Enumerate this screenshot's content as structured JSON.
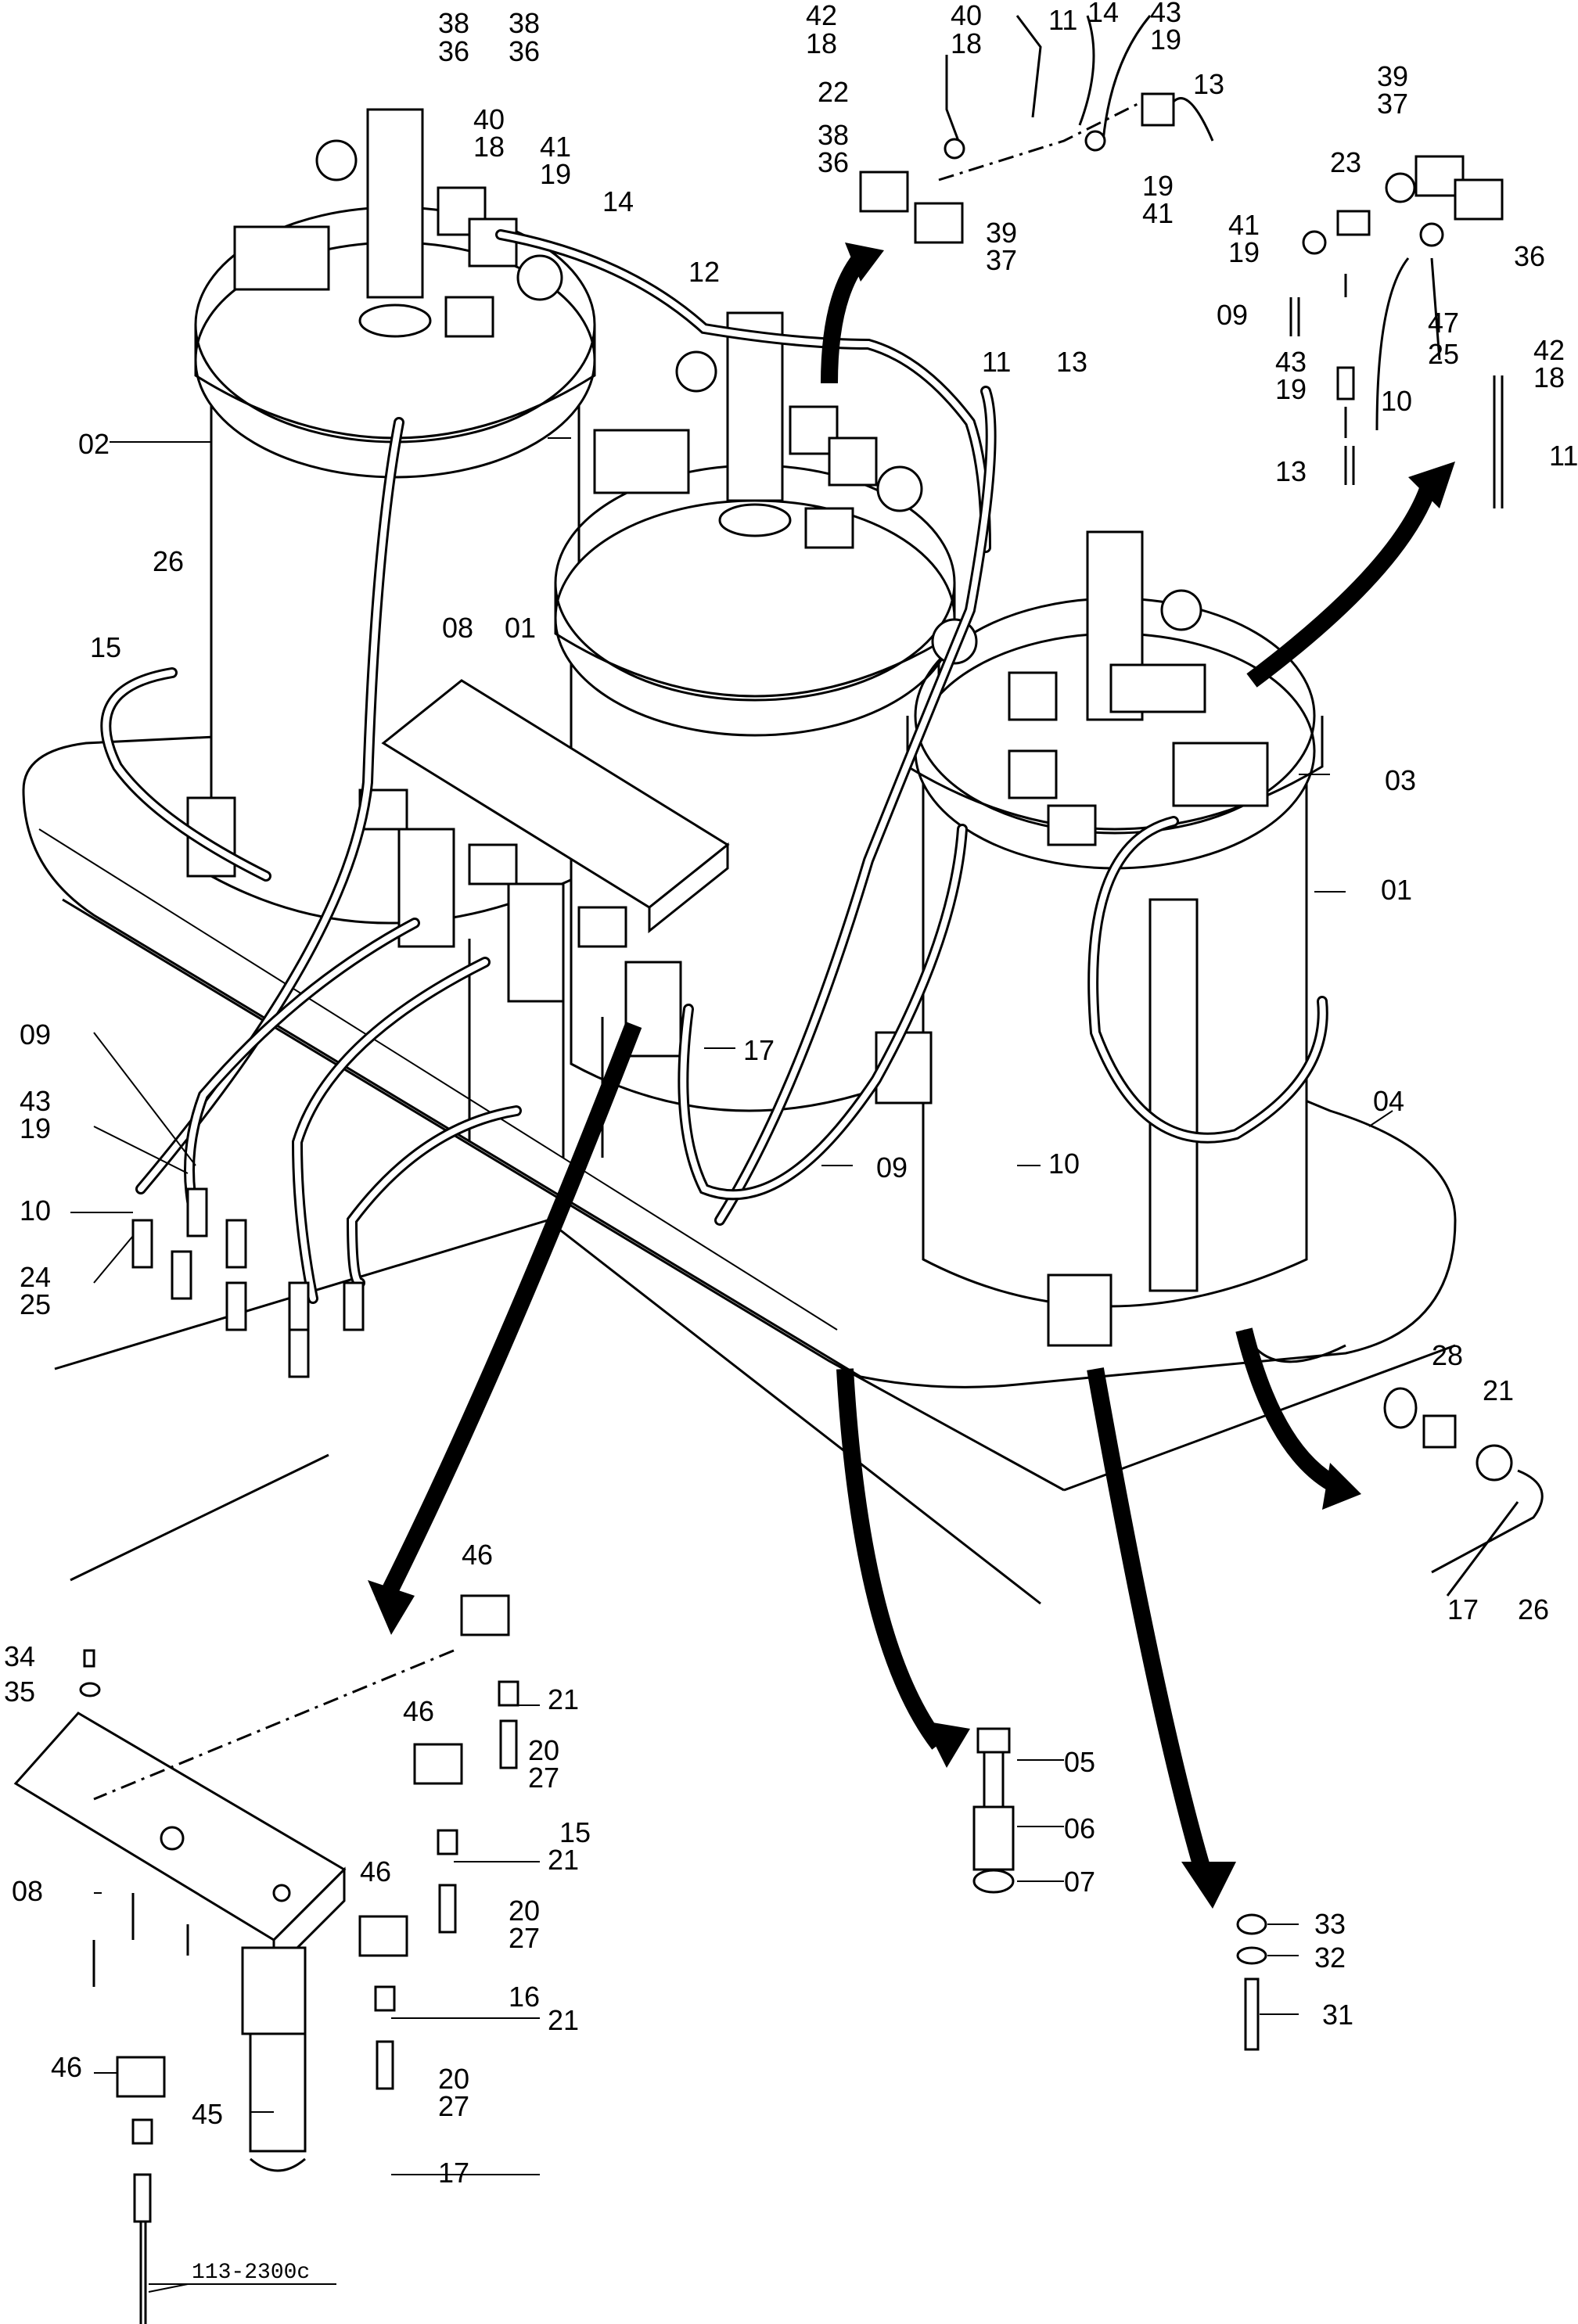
{
  "drawing_code": "113-2300c",
  "callouts": [
    {
      "id": "c1",
      "text": "38"
    },
    {
      "id": "c2",
      "text": "36"
    },
    {
      "id": "c3",
      "text": "38"
    },
    {
      "id": "c4",
      "text": "36"
    },
    {
      "id": "c5",
      "text": "40"
    },
    {
      "id": "c6",
      "text": "18"
    },
    {
      "id": "c7",
      "text": "41"
    },
    {
      "id": "c8",
      "text": "19"
    },
    {
      "id": "c9",
      "text": "14"
    },
    {
      "id": "c10",
      "text": "12"
    },
    {
      "id": "c11",
      "text": "02"
    },
    {
      "id": "c12",
      "text": "26"
    },
    {
      "id": "c13",
      "text": "15"
    },
    {
      "id": "c14",
      "text": "08"
    },
    {
      "id": "c15",
      "text": "01"
    },
    {
      "id": "c16",
      "text": "11"
    },
    {
      "id": "c17",
      "text": "13"
    },
    {
      "id": "c18",
      "text": "03"
    },
    {
      "id": "c19",
      "text": "01"
    },
    {
      "id": "c20",
      "text": "04"
    },
    {
      "id": "c21",
      "text": "17"
    },
    {
      "id": "c22",
      "text": "09"
    },
    {
      "id": "c23",
      "text": "10"
    },
    {
      "id": "c24",
      "text": "09"
    },
    {
      "id": "c25",
      "text": "43"
    },
    {
      "id": "c26",
      "text": "19"
    },
    {
      "id": "c27",
      "text": "10"
    },
    {
      "id": "c28",
      "text": "24"
    },
    {
      "id": "c29",
      "text": "25"
    },
    {
      "id": "c30",
      "text": "42"
    },
    {
      "id": "c31",
      "text": "18"
    },
    {
      "id": "c32",
      "text": "22"
    },
    {
      "id": "c33",
      "text": "40"
    },
    {
      "id": "c34",
      "text": "18"
    },
    {
      "id": "c35",
      "text": "11"
    },
    {
      "id": "c36",
      "text": "14"
    },
    {
      "id": "c37",
      "text": "43"
    },
    {
      "id": "c38",
      "text": "19"
    },
    {
      "id": "c39",
      "text": "13"
    },
    {
      "id": "c40",
      "text": "38"
    },
    {
      "id": "c41",
      "text": "36"
    },
    {
      "id": "c42",
      "text": "39"
    },
    {
      "id": "c43",
      "text": "37"
    },
    {
      "id": "c44",
      "text": "19"
    },
    {
      "id": "c45",
      "text": "41"
    },
    {
      "id": "c46",
      "text": "39"
    },
    {
      "id": "c47",
      "text": "37"
    },
    {
      "id": "c48",
      "text": "23"
    },
    {
      "id": "c49",
      "text": "41"
    },
    {
      "id": "c50",
      "text": "19"
    },
    {
      "id": "c51",
      "text": "09"
    },
    {
      "id": "c52",
      "text": "43"
    },
    {
      "id": "c53",
      "text": "19"
    },
    {
      "id": "c54",
      "text": "25"
    },
    {
      "id": "c55",
      "text": "47"
    },
    {
      "id": "c56",
      "text": "36"
    },
    {
      "id": "c57",
      "text": "10"
    },
    {
      "id": "c58",
      "text": "42"
    },
    {
      "id": "c59",
      "text": "18"
    },
    {
      "id": "c60",
      "text": "13"
    },
    {
      "id": "c61",
      "text": "11"
    },
    {
      "id": "c62",
      "text": "28"
    },
    {
      "id": "c63",
      "text": "21"
    },
    {
      "id": "c64",
      "text": "17"
    },
    {
      "id": "c65",
      "text": "26"
    },
    {
      "id": "c66",
      "text": "46"
    },
    {
      "id": "c67",
      "text": "34"
    },
    {
      "id": "c68",
      "text": "35"
    },
    {
      "id": "c69",
      "text": "21"
    },
    {
      "id": "c70",
      "text": "20"
    },
    {
      "id": "c71",
      "text": "27"
    },
    {
      "id": "c72",
      "text": "46"
    },
    {
      "id": "c73",
      "text": "15"
    },
    {
      "id": "c74",
      "text": "21"
    },
    {
      "id": "c75",
      "text": "08"
    },
    {
      "id": "c76",
      "text": "46"
    },
    {
      "id": "c77",
      "text": "20"
    },
    {
      "id": "c78",
      "text": "27"
    },
    {
      "id": "c79",
      "text": "16"
    },
    {
      "id": "c80",
      "text": "21"
    },
    {
      "id": "c81",
      "text": "46"
    },
    {
      "id": "c82",
      "text": "20"
    },
    {
      "id": "c83",
      "text": "27"
    },
    {
      "id": "c84",
      "text": "45"
    },
    {
      "id": "c85",
      "text": "17"
    },
    {
      "id": "c86",
      "text": "05"
    },
    {
      "id": "c87",
      "text": "06"
    },
    {
      "id": "c88",
      "text": "07"
    },
    {
      "id": "c89",
      "text": "33"
    },
    {
      "id": "c90",
      "text": "32"
    },
    {
      "id": "c91",
      "text": "31"
    }
  ]
}
